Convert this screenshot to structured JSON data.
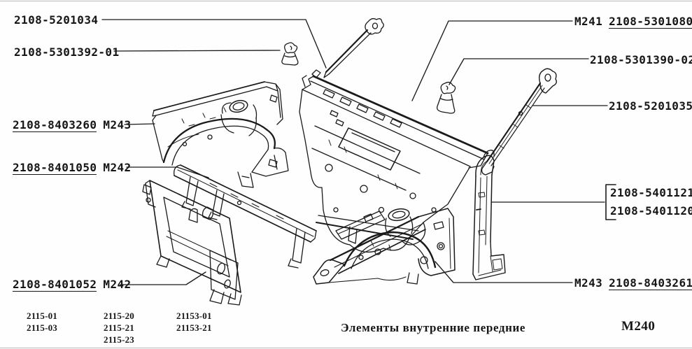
{
  "page": {
    "caption": "Элементы внутренние передние",
    "page_code": "М240"
  },
  "colors": {
    "ink": "#1a1a1a",
    "paper": "#fefefe"
  },
  "callouts": {
    "c5201034": {
      "number": "2108-5201034"
    },
    "c5301392": {
      "number": "2108-5301392-01"
    },
    "c8403260": {
      "number": "2108-8403260",
      "ref": "М243"
    },
    "c8401050": {
      "number": "2108-8401050",
      "ref": "М242"
    },
    "c8401052": {
      "number": "2108-8401052",
      "ref": "М242"
    },
    "c5301080": {
      "ref": "М241",
      "number": "2108-5301080"
    },
    "c5301390": {
      "number": "2108-5301390-02"
    },
    "c5201035": {
      "number": "2108-5201035"
    },
    "c5401121": {
      "number": "2108-5401121"
    },
    "c5401120": {
      "number": "2108-5401120"
    },
    "c8403261": {
      "ref": "М243",
      "number": "2108-8403261"
    }
  },
  "applicability": {
    "col1": [
      "2115-01",
      "2115-03"
    ],
    "col2": [
      "2115-20",
      "2115-21",
      "2115-23"
    ],
    "col3": [
      "21153-01",
      "21153-21"
    ]
  },
  "drawing": {
    "parts": [
      "plug-5301392",
      "rod-5201034",
      "cowl-panel-5301080",
      "wheelhouse-left-8403260",
      "crossmember-8401050",
      "radiator-frame-8401052",
      "wheelhouse-right-8403261",
      "plug-5301390",
      "side-bar-5201035",
      "front-pillar-5401121"
    ]
  }
}
